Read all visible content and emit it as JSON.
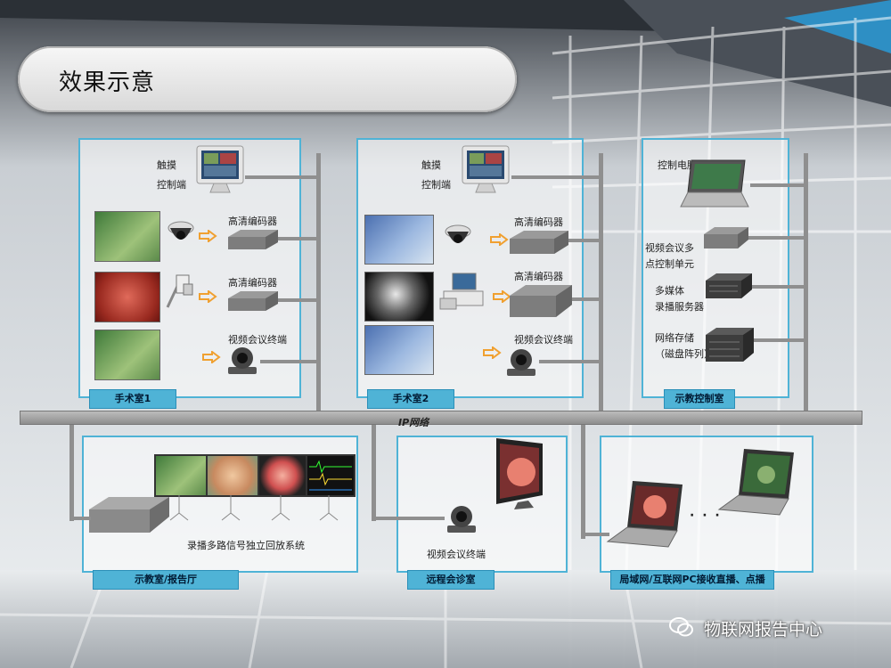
{
  "slide": {
    "title": "效果示意",
    "ip_network_label": "IP网络",
    "watermark": "物联网报告中心"
  },
  "or1": {
    "room_label": "手术室1",
    "touch_label": "触摸\n控制端",
    "encoder1": "高清编码器",
    "encoder2": "高清编码器",
    "terminal": "视频会议终端"
  },
  "or2": {
    "room_label": "手术室2",
    "touch_label": "触摸\n控制端",
    "encoder1": "高清编码器",
    "encoder2": "高清编码器",
    "terminal": "视频会议终端"
  },
  "control": {
    "room_label": "示教控制室",
    "pc_label": "控制电脑",
    "mcu_label": "视频会议多\n点控制单元",
    "server_label": "多媒体\n录播服务器",
    "storage_label": "网络存储\n（磁盘阵列）"
  },
  "teaching": {
    "room_label": "示教室/报告厅",
    "system_label": "录播多路信号独立回放系统"
  },
  "remote": {
    "room_label": "远程会诊室",
    "terminal": "视频会议终端"
  },
  "lan": {
    "room_label": "局域网/互联网PC接收直播、点播",
    "ellipsis": "· · ·"
  },
  "colors": {
    "panel_border": "#4fb3d6",
    "label_fill": "#4fb3d6",
    "bus": "#8f8f8f"
  }
}
